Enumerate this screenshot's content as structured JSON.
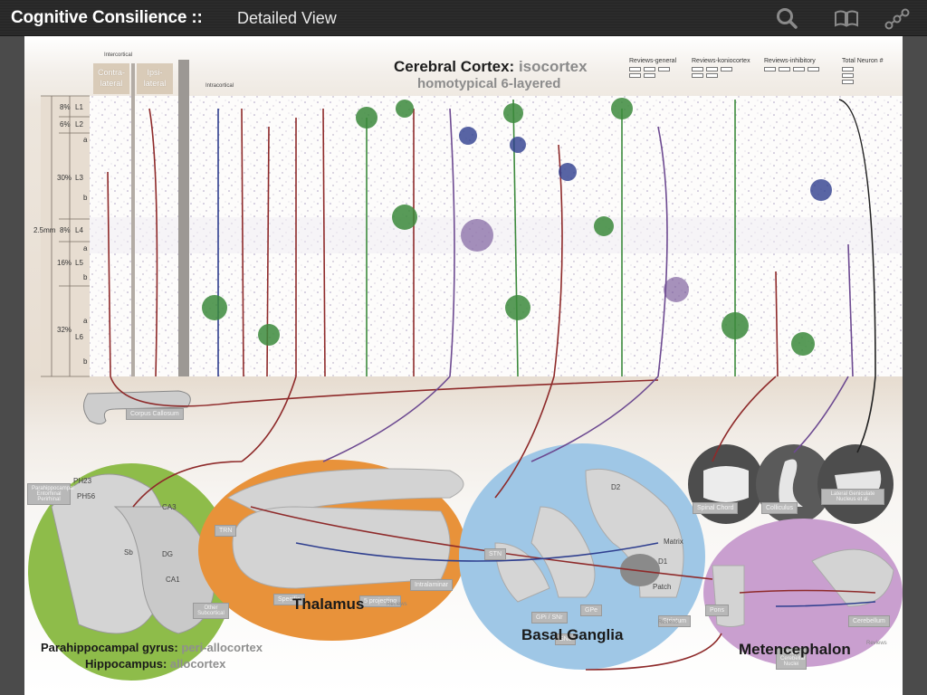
{
  "header": {
    "app_title": "Cognitive Consilience ::",
    "view_title": "Detailed View",
    "icons": [
      "search-icon",
      "book-icon",
      "connections-icon"
    ]
  },
  "diagram": {
    "cortex": {
      "title": "Cerebral Cortex:",
      "title_sub": "isocortex",
      "subtitle": "homotypical 6-layered",
      "intercortical_label": "Intercortical",
      "contralateral_label": "Contra-lateral",
      "ipsilateral_label": "Ipsi-lateral",
      "intracortical_label": "Intracortical",
      "thickness": "2.5mm",
      "layers": [
        {
          "name": "L1",
          "percent": "8%"
        },
        {
          "name": "L2",
          "percent": "6%"
        },
        {
          "name": "L3",
          "percent": "30%",
          "sublayers": [
            "a",
            "b"
          ]
        },
        {
          "name": "L4",
          "percent": "8%"
        },
        {
          "name": "L5",
          "percent": "16%",
          "sublayers": [
            "a",
            "b"
          ]
        },
        {
          "name": "L6",
          "percent": "32%",
          "sublayers": [
            "a",
            "b"
          ]
        }
      ],
      "review_columns": [
        "Reviews-general",
        "Reviews-koniocortex",
        "Reviews-inhibitory",
        "Total Neuron #"
      ]
    },
    "corpus_callosum": "Corpus Callosum",
    "hippocampus": {
      "title": "Parahippocampal gyrus:",
      "title_sub": "peri-allocortex",
      "title2": "Hippocampus:",
      "title2_sub": "allocortex",
      "labels": [
        "PH23",
        "PH56",
        "CA3",
        "Sb",
        "DG",
        "CA1"
      ],
      "tag_parahippocampal": "Parahippocampal Entorhinal Perirhinal",
      "tag_other": "Other Subcortical"
    },
    "thalamus": {
      "title": "Thalamus",
      "reviews": "Reviews",
      "tags": [
        "TRN",
        "Specific",
        "5 projecting",
        "Intralaminar"
      ]
    },
    "basal_ganglia": {
      "title": "Basal Ganglia",
      "reviews": "Reviews",
      "labels": [
        "D2",
        "Matrix",
        "D1",
        "Patch",
        "STN",
        "GPe",
        "GPi / SNr",
        "SNc",
        "Striatum"
      ]
    },
    "brainstem": {
      "labels": [
        "Spinal Chord",
        "Colliculus",
        "Lateral Geniculate Nucleus et al."
      ]
    },
    "metencephalon": {
      "title": "Metencephalon",
      "reviews": "Reviews",
      "labels": [
        "Pons",
        "Deep Cerebellar Nuclei",
        "Cerebellum"
      ]
    },
    "colors": {
      "excitatory": "#8e2a2a",
      "inhibitory": "#2f3f8f",
      "modulatory": "#6d4a91",
      "dendrite": "#3c8a3c",
      "hippocampus_bg": "#8ebc4a",
      "thalamus_bg": "#e8923a",
      "basal_ganglia_bg": "#9fc7e6",
      "metencephalon_bg": "#c99fcf"
    }
  }
}
